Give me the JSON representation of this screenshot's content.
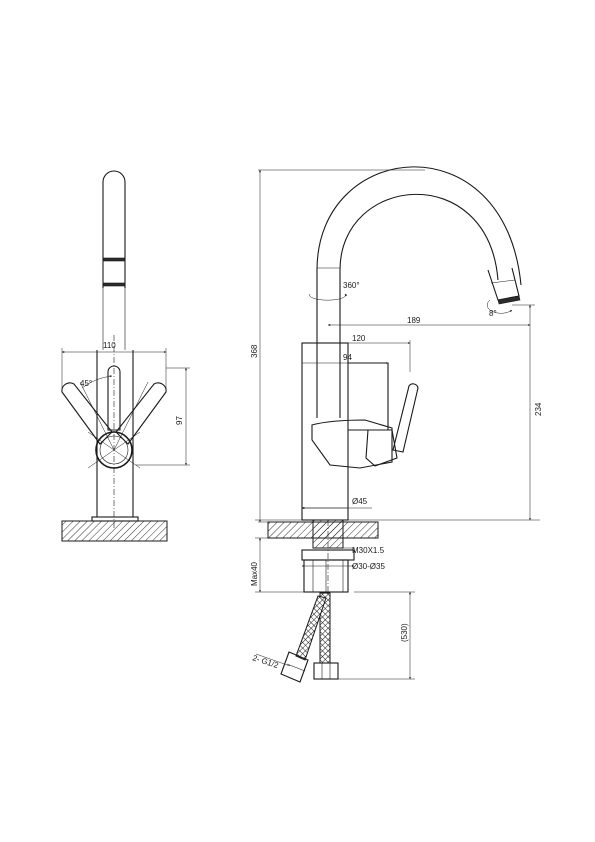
{
  "dimensions": {
    "side_width": "110",
    "lever_angle": "45°",
    "side_height": "97",
    "total_height": "368",
    "rotation": "360°",
    "handle_rotation": "8°",
    "spout_reach": "189",
    "body_depth": "120",
    "handle_depth": "94",
    "spout_height": "234",
    "body_diameter": "Ø45",
    "thread": "M30X1.5",
    "hole_range": "Ø30-Ø35",
    "max_deck": "Max40",
    "hose_length": "(530)",
    "connection": "2- G1/2"
  }
}
